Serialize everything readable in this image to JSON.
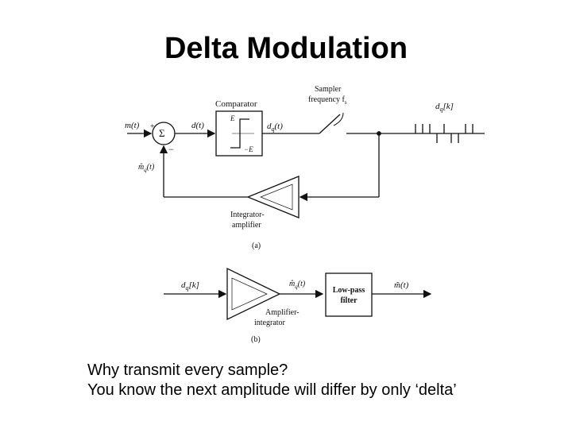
{
  "slide": {
    "title": "Delta Modulation",
    "caption_line1": "Why transmit every sample?",
    "caption_line2": "You know the next amplitude will differ by only ‘delta’"
  },
  "diagram_a": {
    "input_label": "m(t)",
    "sum_symbol": "Σ",
    "plus_sign": "+",
    "minus_sign": "−",
    "error_label": "d(t)",
    "comparator_label": "Comparator",
    "level_high": "E",
    "level_low": "−E",
    "quantized_label": "d",
    "quantized_sub": "q",
    "quantized_arg": "(t)",
    "sampler_label_line1": "Sampler",
    "sampler_label_line2": "frequency f",
    "sampler_sub": "s",
    "output_label": "d",
    "output_sub": "q",
    "output_arg": "[k]",
    "feedback_label": "m̂",
    "feedback_sub": "q",
    "feedback_arg": "(t)",
    "integrator_line1": "Integrator-",
    "integrator_line2": "amplifier",
    "tag": "(a)"
  },
  "diagram_b": {
    "input_label": "d",
    "input_sub": "q",
    "input_arg": "[k]",
    "mid_label": "m̂",
    "mid_sub": "q",
    "mid_arg": "(t)",
    "filter_line1": "Low-pass",
    "filter_line2": "filter",
    "output_label": "m̃(t)",
    "amp_line1": "Amplifier-",
    "amp_line2": "integrator",
    "tag": "(b)"
  },
  "colors": {
    "line": "#111111",
    "background": "#ffffff"
  }
}
